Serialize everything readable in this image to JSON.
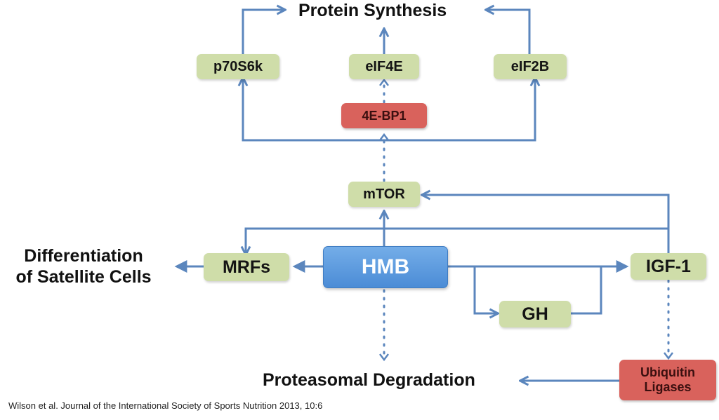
{
  "diagram": {
    "title_top": "Protein Synthesis",
    "title_bottom": "Proteasomal Degradation",
    "outcome_left_line1": "Differentiation",
    "outcome_left_line2": "of Satellite Cells",
    "nodes": {
      "p70s6k": "p70S6k",
      "eif4e": "eIF4E",
      "eif2b": "eIF2B",
      "fourebp1": "4E-BP1",
      "mtor": "mTOR",
      "mrfs": "MRFs",
      "hmb": "HMB",
      "igf1": "IGF-1",
      "gh": "GH",
      "ubiquitin_line1": "Ubiquitin",
      "ubiquitin_line2": "Ligases"
    },
    "colors": {
      "arrow": "#5b86bd",
      "green_node": "#cfdda9",
      "red_node": "#d9625c",
      "blue_node": "#5a9ae0"
    }
  },
  "caption": "Wilson et al. Journal of the International Society of Sports Nutrition 2013, 10:6"
}
